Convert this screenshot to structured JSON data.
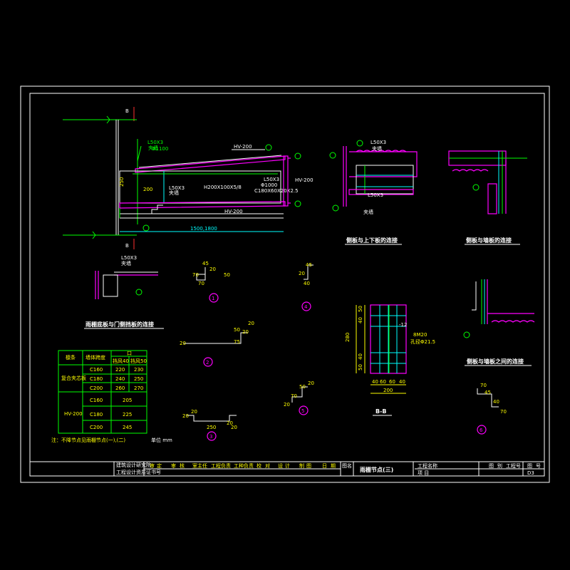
{
  "labels": {
    "section_mark": "B",
    "l50x3": "L50X3",
    "guard": "夹墙",
    "phi1100": "Φ1100",
    "hv200": "HV-200",
    "h200": "H200X100X5/8",
    "c180": "C180X60X20X2.5",
    "phi1000": "Φ1000",
    "dim_1500": "1500,1800",
    "dim_200": "200",
    "dim_250": "250"
  },
  "captions": {
    "side_top_bottom": "侧板与上下板的连接",
    "side_wall": "侧板与墙板的连接",
    "bottom_door": "雨棚底板与门侧挡板的连接",
    "side_wall_between": "侧板与墙板之间的连接",
    "section_bb": "B-B"
  },
  "circles": [
    "1",
    "2",
    "3",
    "4",
    "5",
    "6"
  ],
  "bb_section": {
    "top_label": "-12",
    "bolt_label": "8M20",
    "hole_label": "孔径Φ21.5",
    "height_dim": "280",
    "side_dims": [
      "50",
      "40",
      "40",
      "50"
    ],
    "bottom_dims": [
      "40",
      "60",
      "60",
      "40"
    ],
    "bottom_total": "200"
  },
  "profiles": {
    "p1": [
      "45",
      "20",
      "70",
      "70",
      "50"
    ],
    "p2": [
      "20",
      "75",
      "20",
      "50",
      "20"
    ],
    "p3": [
      "20",
      "20",
      "250",
      "20",
      "20"
    ],
    "p4": [
      "45",
      "20",
      "40"
    ],
    "p5": [
      "20",
      "50",
      "20",
      "70"
    ],
    "p6": [
      "70",
      "45",
      "40",
      "70"
    ]
  },
  "table": {
    "headers": [
      "檩条",
      "墙体跨度",
      "挡风40",
      "挡风50"
    ],
    "span_header": "口",
    "groups": [
      {
        "name": "复合夹芯板",
        "rows": [
          [
            "C160",
            "220",
            "230"
          ],
          [
            "C180",
            "240",
            "250"
          ],
          [
            "C200",
            "260",
            "270"
          ]
        ]
      },
      {
        "name": "HV-200",
        "rows": [
          [
            "C160",
            "205",
            ""
          ],
          [
            "C180",
            "225",
            ""
          ],
          [
            "C200",
            "245",
            ""
          ]
        ]
      }
    ],
    "note": "注：不降节点见雨棚节点(一),(二)",
    "unit": "单位 mm"
  },
  "title_block": {
    "company": "建筑设计研究院",
    "cert": "工程设计资质证书号",
    "roles": [
      "审",
      "定",
      "审",
      "核",
      "室主任",
      "工程负责",
      "工种负责",
      "校",
      "对",
      "设",
      "计",
      "制",
      "图",
      "日",
      "期"
    ],
    "drawing_title_label": "图名",
    "drawing_title": "雨棚节点(三)",
    "project_label": "工程名称",
    "item_label": "项 目",
    "right_labels": [
      "图",
      "别",
      "工程号",
      "图",
      "号"
    ],
    "sheet_no": "D3"
  }
}
